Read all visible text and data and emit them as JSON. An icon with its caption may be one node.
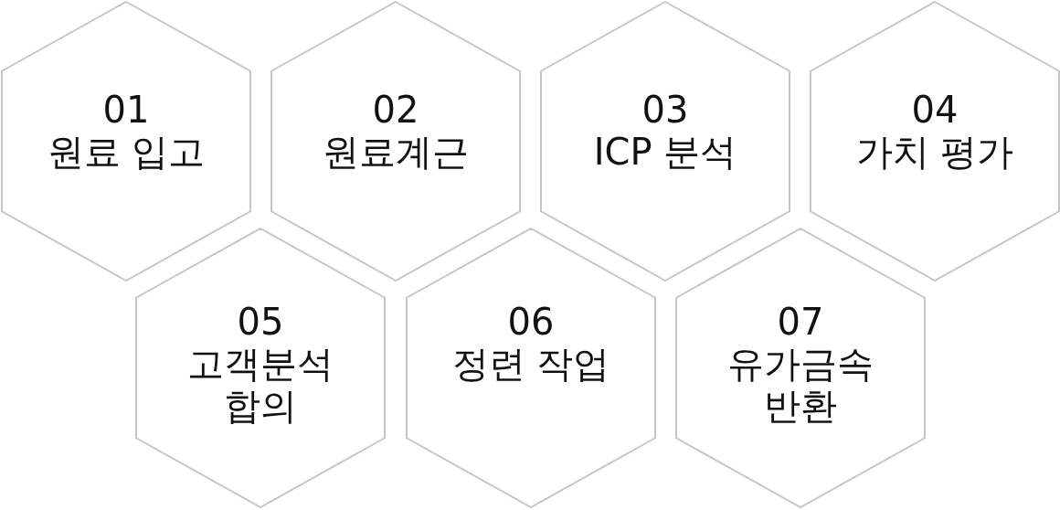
{
  "diagram": {
    "nodes": [
      {
        "text": [
          "01",
          "원료 입고"
        ]
      },
      {
        "text": [
          "02",
          "원료계근"
        ]
      },
      {
        "text": [
          "03",
          "ICP 분석"
        ]
      },
      {
        "text": [
          "04",
          "가치 평가"
        ]
      },
      {
        "text": [
          "05",
          "고객분석 합의"
        ]
      },
      {
        "text": [
          "06",
          "정련 작업"
        ]
      },
      {
        "text": [
          "07",
          "유가금속 반환"
        ]
      }
    ]
  }
}
